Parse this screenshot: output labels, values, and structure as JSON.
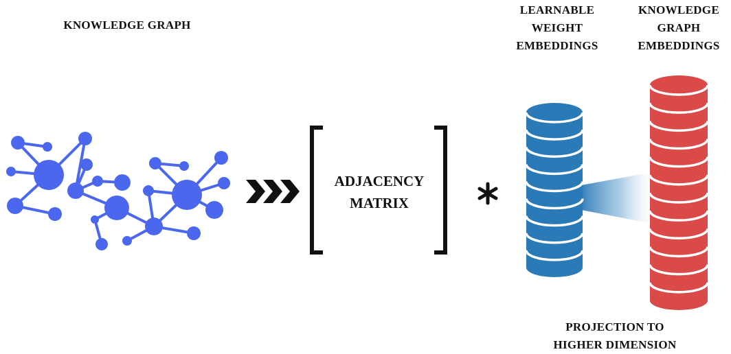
{
  "labels": {
    "knowledge_graph": "KNOWLEDGE GRAPH",
    "learnable_weight_embeddings": [
      "LEARNABLE",
      "WEIGHT",
      "EMBEDDINGS"
    ],
    "knowledge_graph_embeddings": [
      "KNOWLEDGE",
      "GRAPH",
      "EMBEDDINGS"
    ],
    "adjacency_matrix": [
      "ADJACENCY",
      "MATRIX"
    ],
    "projection": [
      "PROJECTION TO",
      "HIGHER DIMENSION"
    ],
    "operator_symbol": "∗"
  },
  "colors": {
    "graph_nodes": "#4a67ee",
    "weight_cylinder": "#2a7ab8",
    "embedding_cylinder": "#d94a49",
    "text": "#111111"
  },
  "icons": {
    "arrows": "triple-chevron-right-icon",
    "operator": "asterisk-icon"
  }
}
